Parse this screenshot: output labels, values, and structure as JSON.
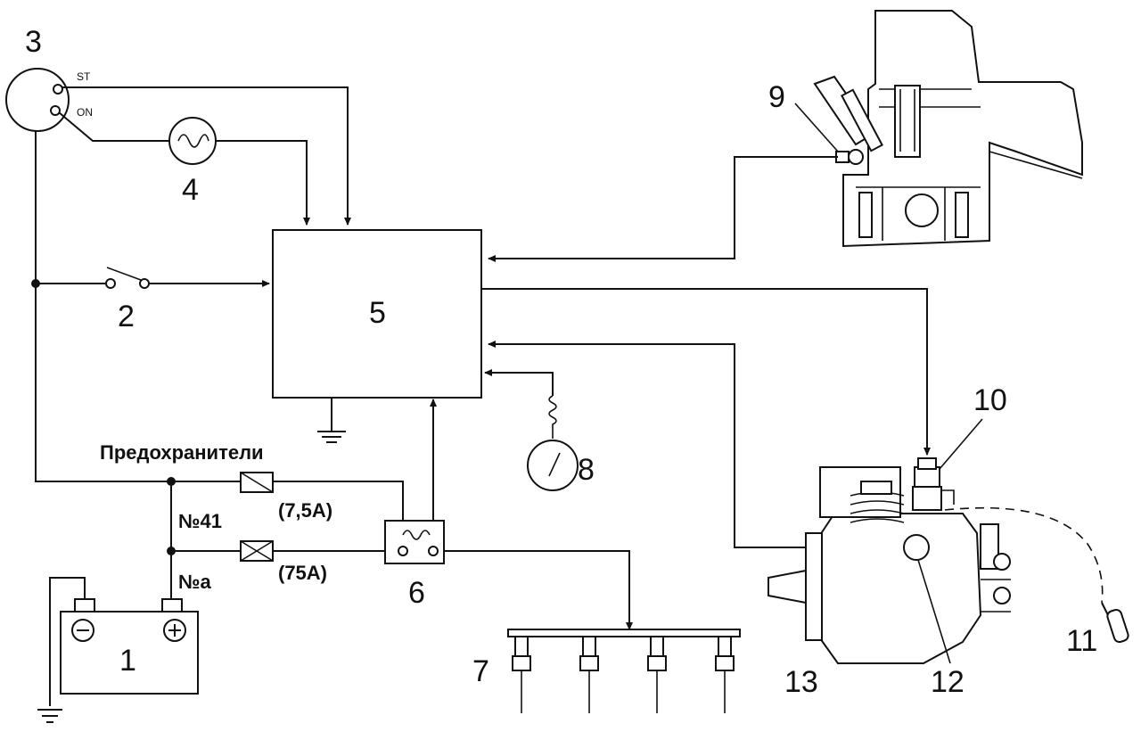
{
  "callouts": {
    "n1": "1",
    "n2": "2",
    "n3": "3",
    "n4": "4",
    "n5": "5",
    "n6": "6",
    "n7": "7",
    "n8": "8",
    "n9": "9",
    "n10": "10",
    "n11": "11",
    "n12": "12",
    "n13": "13"
  },
  "switch3": {
    "st": "ST",
    "on": "ON"
  },
  "fuses": {
    "title": "Предохранители",
    "fuse41_name": "№41",
    "fuse41_rating": "(7,5A)",
    "fusea_name": "№a",
    "fusea_rating": "(75A)"
  }
}
